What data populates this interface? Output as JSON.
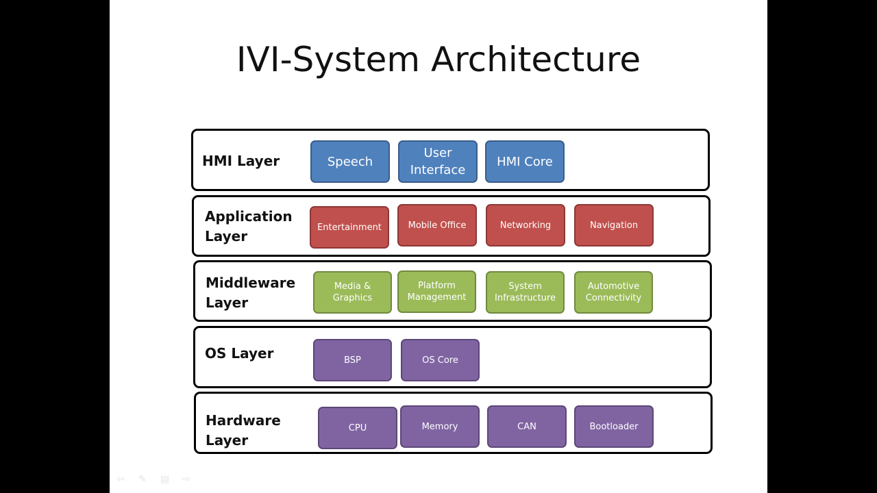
{
  "title": "IVI-System Architecture",
  "layers": {
    "hmi": {
      "label": "HMI Layer",
      "boxes": [
        "Speech",
        "User\nInterface",
        "HMI Core"
      ]
    },
    "application": {
      "label": "Application\nLayer",
      "boxes": [
        "Entertainment",
        "Mobile Office",
        "Networking",
        "Navigation"
      ]
    },
    "middleware": {
      "label": "Middleware\nLayer",
      "boxes": [
        "Media &\nGraphics",
        "Platform\nManagement",
        "System\nInfrastructure",
        "Automotive\nConnectivity"
      ]
    },
    "os": {
      "label": "OS Layer",
      "boxes": [
        "BSP",
        "OS Core"
      ]
    },
    "hardware": {
      "label": "Hardware\nLayer",
      "boxes": [
        "CPU",
        "Memory",
        "CAN",
        "Bootloader"
      ]
    }
  },
  "colors": {
    "hmi": "#4f81bd",
    "application": "#c0504d",
    "middleware": "#9bbb59",
    "os": "#8064a2",
    "hardware": "#8064a2"
  },
  "nav_icons": [
    "prev-arrow-icon",
    "pen-icon",
    "menu-icon",
    "next-arrow-icon"
  ]
}
